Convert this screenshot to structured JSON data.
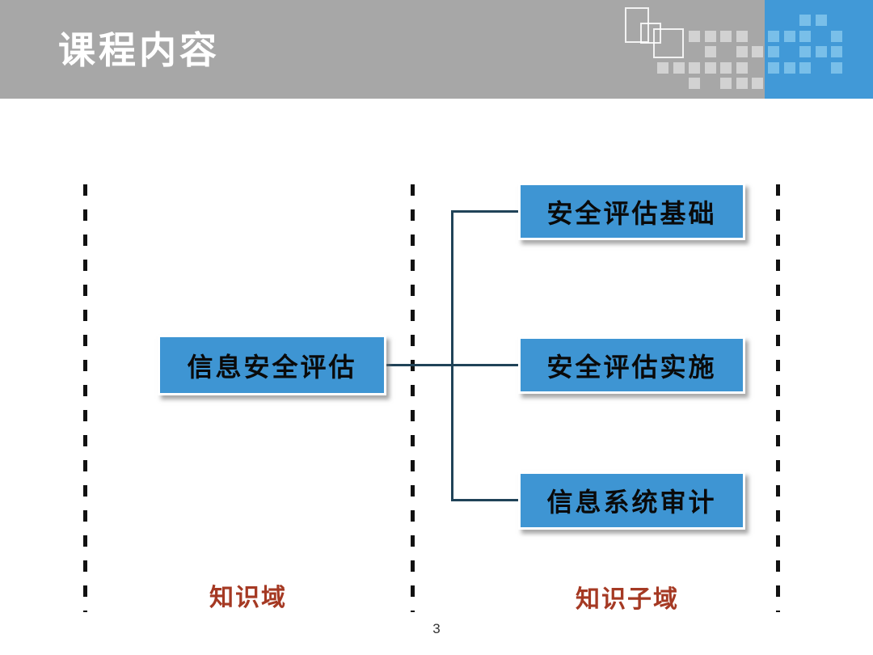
{
  "slide": {
    "title": "课程内容",
    "page_number": "3"
  },
  "diagram": {
    "root": {
      "label": "信息安全评估"
    },
    "children": [
      {
        "label": "安全评估基础"
      },
      {
        "label": "安全评估实施"
      },
      {
        "label": "信息系统审计"
      }
    ],
    "column_labels": [
      {
        "label": "知识域"
      },
      {
        "label": "知识子域"
      }
    ]
  },
  "colors": {
    "header_gray": "#a7a7a7",
    "header_blue": "#4199d7",
    "decor_gray_square": "#d2d2d2",
    "decor_blue_square": "#79bfe9",
    "node_fill": "#3e95d3",
    "node_border": "#ffffff",
    "node_text": "#0a0a0a",
    "connector": "#204358",
    "dashed_line": "#111111",
    "column_label_red": "#a53923"
  }
}
